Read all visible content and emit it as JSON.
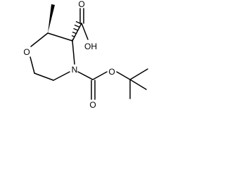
{
  "molecule": {
    "atom_labels": {
      "ring_oxygen": "O",
      "ring_nitrogen": "N",
      "acid_hydroxyl": "OH",
      "acid_carbonyl_oxygen": "O",
      "carbamate_ester_oxygen": "O",
      "carbamate_carbonyl_oxygen": "O"
    },
    "colors": {
      "bond": "#000000",
      "text": "#000000",
      "background": "#ffffff"
    }
  }
}
